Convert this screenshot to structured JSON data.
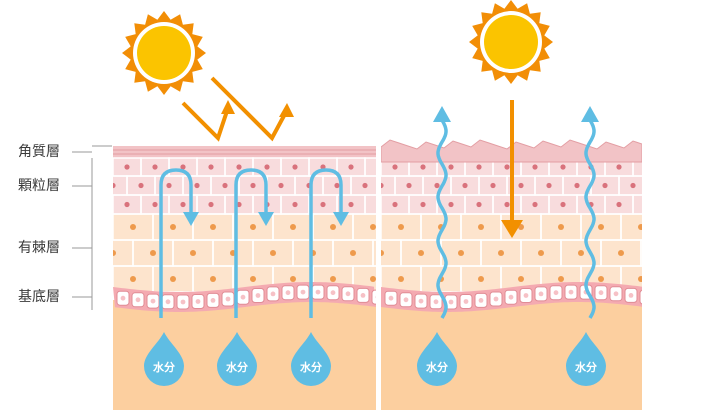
{
  "layer_labels": {
    "stratum_corneum": "角質層",
    "granular_layer": "顆粒層",
    "spinous_layer": "有棘層",
    "basal_layer": "基底層"
  },
  "drop_label": "水分",
  "colors": {
    "sun_core": "#fbc400",
    "sun_rays": "#f28e06",
    "uv_arrow": "#f29000",
    "moisture": "#5fbde3",
    "stratum_corneum": "#f2c3c6",
    "granular": "#f8dcdd",
    "spinous": "#fde4cd",
    "basal": "#f4aab1",
    "dermis": "#fccf9f"
  },
  "panels": [
    {
      "name": "healthy-skin",
      "drop_count": 3
    },
    {
      "name": "damaged-skin",
      "drop_count": 2
    }
  ]
}
